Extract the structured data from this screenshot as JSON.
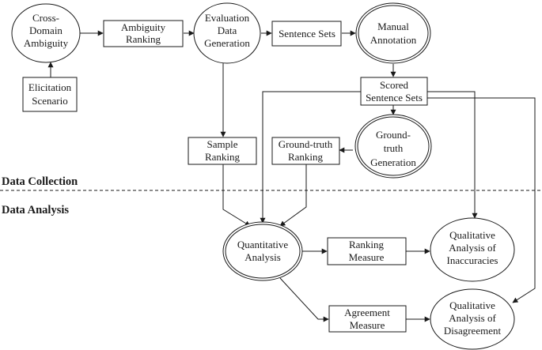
{
  "sections": {
    "collection": "Data Collection",
    "analysis": "Data Analysis"
  },
  "nodes": {
    "cross_domain": [
      "Cross-",
      "Domain",
      "Ambiguity"
    ],
    "elicitation": [
      "Elicitation",
      "Scenario"
    ],
    "ambiguity_ranking": [
      "Ambiguity",
      "Ranking"
    ],
    "evaluation_data": [
      "Evaluation",
      "Data",
      "Generation"
    ],
    "sentence_sets": [
      "Sentence Sets"
    ],
    "manual_annotation": [
      "Manual",
      "Annotation"
    ],
    "scored_sets": [
      "Scored",
      "Sentence Sets"
    ],
    "ground_truth_gen": [
      "Ground-",
      "truth",
      "Generation"
    ],
    "sample_ranking": [
      "Sample",
      "Ranking"
    ],
    "ground_truth_ranking": [
      "Ground-truth",
      "Ranking"
    ],
    "quantitative": [
      "Quantitative",
      "Analysis"
    ],
    "ranking_measure": [
      "Ranking",
      "Measure"
    ],
    "qual_inaccuracies": [
      "Qualitative",
      "Analysis of",
      "Inaccuracies"
    ],
    "agreement_measure": [
      "Agreement",
      "Measure"
    ],
    "qual_disagreement": [
      "Qualitative",
      "Analysis of",
      "Disagreement"
    ]
  }
}
